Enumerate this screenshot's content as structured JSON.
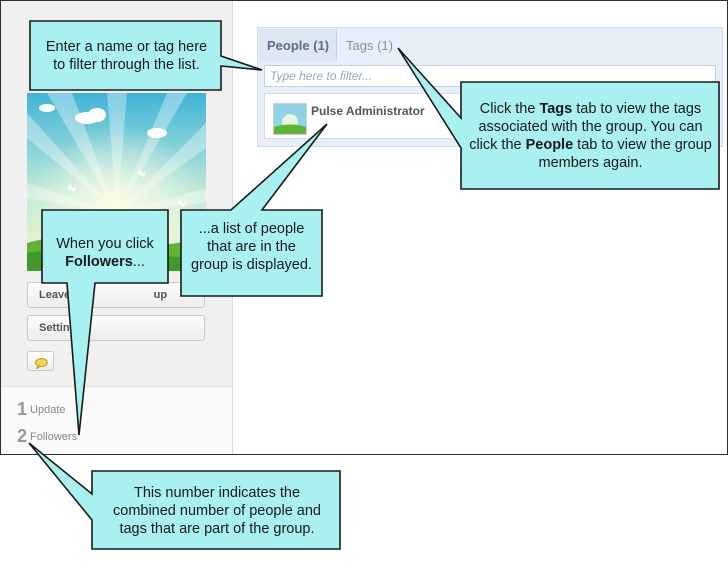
{
  "sidebar": {
    "leave_label": "Leave th",
    "leave_label_tail": "up",
    "settings_label": "Settings",
    "stats": [
      {
        "num": "1",
        "label": "Update"
      },
      {
        "num": "2",
        "label": "Followers"
      }
    ]
  },
  "panel": {
    "tabs": [
      {
        "label": "People (1)"
      },
      {
        "label": "Tags (1)"
      }
    ],
    "filter_placeholder": "Type here to filter...",
    "members": [
      {
        "name": "Pulse Administrator"
      }
    ]
  },
  "callouts": {
    "filter": {
      "line1": "Enter a name or tag here",
      "line2": "to filter through the list."
    },
    "tags": {
      "pre": "Click the ",
      "bold1": "Tags",
      "mid": " tab to view the tags associated with the group. You can click the ",
      "bold2": "People",
      "post": " tab to view the group members again."
    },
    "followers": {
      "pre": "When you click ",
      "bold": "Followers",
      "post": "..."
    },
    "list": {
      "text": "...a list of people that are in the group is displayed."
    },
    "count": {
      "text": "This number indicates the combined number of people and tags that are part of the group."
    }
  },
  "colors": {
    "callout_fill": "#a9f0f0",
    "callout_stroke": "#1a1a1a",
    "tab_text": "#5a6e86",
    "panel_bg": "#e7eff8"
  },
  "icons": {
    "chat": "speech-bubble-icon"
  }
}
